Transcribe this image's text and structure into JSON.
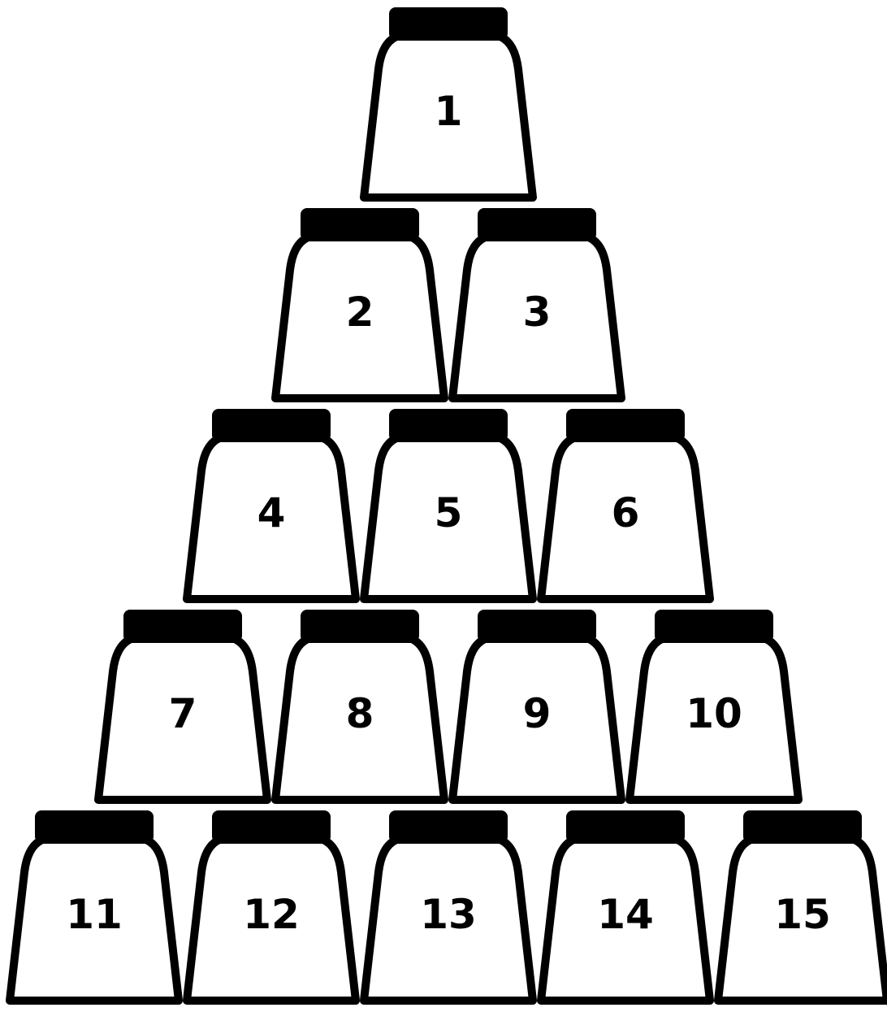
{
  "pyramid": {
    "rows": [
      {
        "cups": [
          {
            "number": "1"
          }
        ]
      },
      {
        "cups": [
          {
            "number": "2"
          },
          {
            "number": "3"
          }
        ]
      },
      {
        "cups": [
          {
            "number": "4"
          },
          {
            "number": "5"
          },
          {
            "number": "6"
          }
        ]
      },
      {
        "cups": [
          {
            "number": "7"
          },
          {
            "number": "8"
          },
          {
            "number": "9"
          },
          {
            "number": "10"
          }
        ]
      },
      {
        "cups": [
          {
            "number": "11"
          },
          {
            "number": "12"
          },
          {
            "number": "13"
          },
          {
            "number": "14"
          },
          {
            "number": "15"
          }
        ]
      }
    ]
  },
  "colors": {
    "outline": "#000000",
    "fill": "#ffffff"
  }
}
